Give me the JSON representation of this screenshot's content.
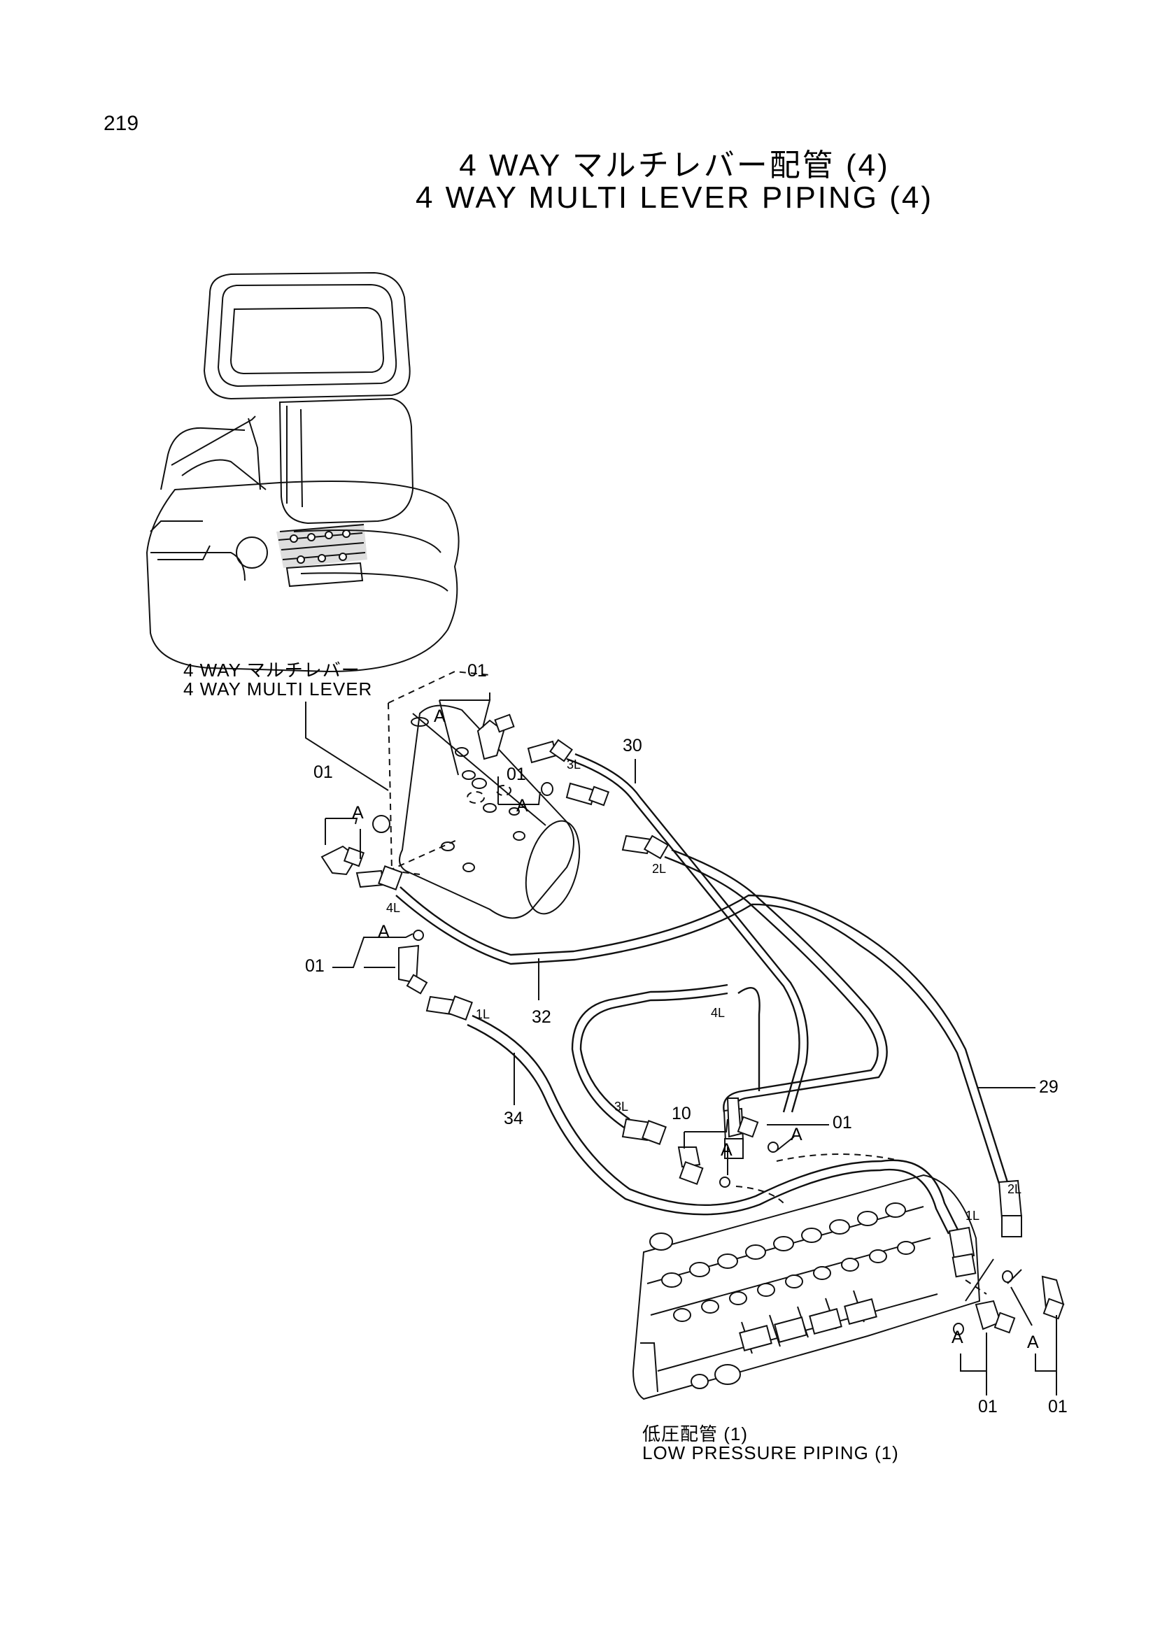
{
  "page": {
    "number": "219",
    "title_jp": "4 WAY マルチレバー配管 (4)",
    "title_en": "4 WAY MULTI LEVER PIPING (4)"
  },
  "labels": {
    "multi_lever_jp": "4 WAY マルチレバー",
    "multi_lever_en": "4 WAY MULTI LEVER",
    "low_pressure_jp": "低圧配管 (1)",
    "low_pressure_en": "LOW PRESSURE PIPING (1)"
  },
  "callouts": {
    "c01_top": "01",
    "c01_left": "01",
    "c01_mid": "01",
    "c01_lower_left": "01",
    "c01_right": "01",
    "c01_bottom1": "01",
    "c01_bottom2": "01",
    "c10": "10",
    "c29": "29",
    "c30": "30",
    "c32": "32",
    "c34": "34"
  },
  "detail_marks": {
    "a1": "A",
    "a2": "A",
    "a3": "A",
    "a4": "A",
    "a5": "A",
    "a6": "A",
    "a7": "A",
    "a8": "A"
  },
  "port_marks": {
    "p3l_top": "3L",
    "p2l_top": "2L",
    "p4l_left": "4L",
    "p1l_left": "1L",
    "p4l_mid": "4L",
    "p3l_mid": "3L",
    "p1l_right": "1L",
    "p2l_right": "2L"
  }
}
